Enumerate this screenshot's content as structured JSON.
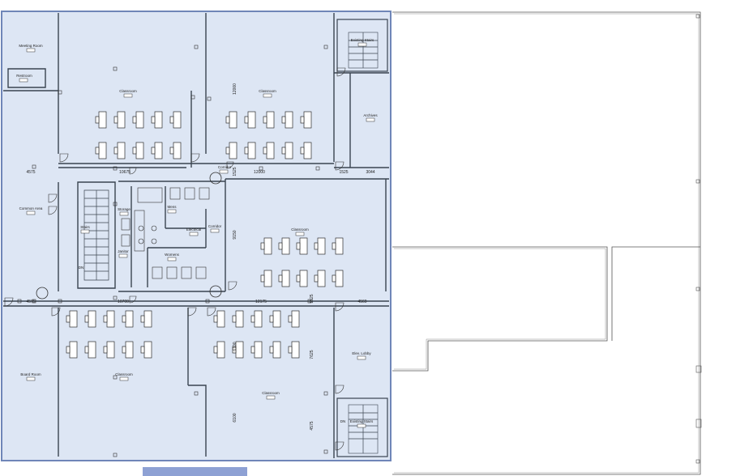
{
  "colors": {
    "floor_fill": "#dde6f4",
    "floor_border": "#6f86b8",
    "wall": "#3a4450",
    "furniture": "#2d2d2d",
    "selection_bar": "#8ea1d4"
  },
  "rooms": {
    "meeting_room": "Meeting Room",
    "restroom": "Restroom",
    "classroom_nw": "Classroom",
    "classroom_nc": "Classroom",
    "existing_stairs_top": "Existing Stairs",
    "archives": "Archives",
    "common_area": "Common Area",
    "stairs": "Stairs",
    "mens": "Mens",
    "storage": "Storage",
    "electrical": "Electrical",
    "corridor_center": "Corridor",
    "janitor": "Janitor",
    "womens": "Womens",
    "corridor_top": "Corridor",
    "classroom_east": "Classroom",
    "board_room": "Board Room",
    "classroom_sw": "Classroom",
    "classroom_sc": "Classroom",
    "elev_lobby": "Elev. Lobby",
    "existing_stairs_bottom": "Existing Stairs"
  },
  "dimensions": {
    "d_4575_left": "4575",
    "d_10675": "10675",
    "d_12000": "12000",
    "d_1525_top": "1525",
    "d_3044": "3044",
    "d_4575_bottom": "4575",
    "d_10700": "10700",
    "d_12175": "12175",
    "d_4569": "4569",
    "d_12000_vertical": "12000",
    "d_9150": "9150",
    "d_6100_a": "6100",
    "d_7625": "7625",
    "d_6100_b": "6100",
    "d_4575_vertical": "4575",
    "d_1525_vertical_a": "1525",
    "d_1525_vertical_b": "1525"
  },
  "annotations": {
    "dn_left": "DN",
    "dn_right": "DN"
  }
}
